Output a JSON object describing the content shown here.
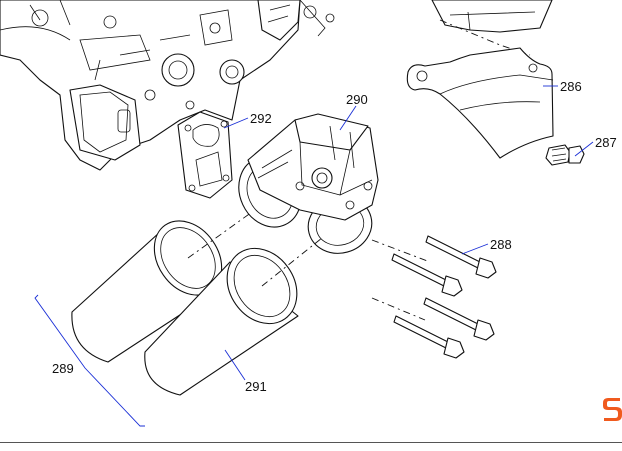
{
  "diagram": {
    "callouts": [
      {
        "id": "286",
        "text": "286"
      },
      {
        "id": "287",
        "text": "287"
      },
      {
        "id": "288",
        "text": "288"
      },
      {
        "id": "289",
        "text": "289"
      },
      {
        "id": "290",
        "text": "290"
      },
      {
        "id": "291",
        "text": "291"
      },
      {
        "id": "292",
        "text": "292"
      }
    ],
    "colors": {
      "line": "#111111",
      "leader": "#1a2fd6",
      "logo": "#f05a1e"
    }
  }
}
